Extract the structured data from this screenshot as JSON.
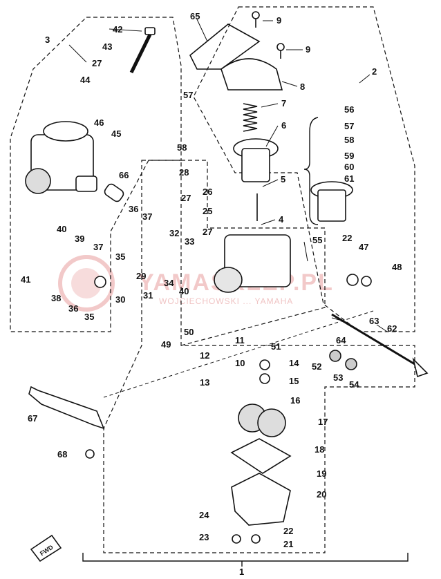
{
  "diagram": {
    "watermark": {
      "main": "YAMASKLEP.PL",
      "sub": "WOJCIECHOWSKI ... YAMAHA"
    },
    "fwd_label": "FWD",
    "callouts": [
      {
        "id": "c-1",
        "text": "1"
      },
      {
        "id": "c-2",
        "text": "2"
      },
      {
        "id": "c-3",
        "text": "3"
      },
      {
        "id": "c-4",
        "text": "4"
      },
      {
        "id": "c-5",
        "text": "5"
      },
      {
        "id": "c-6",
        "text": "6"
      },
      {
        "id": "c-7",
        "text": "7"
      },
      {
        "id": "c-8",
        "text": "8"
      },
      {
        "id": "c-9a",
        "text": "9"
      },
      {
        "id": "c-9b",
        "text": "9"
      },
      {
        "id": "c-10",
        "text": "10"
      },
      {
        "id": "c-11",
        "text": "11"
      },
      {
        "id": "c-12",
        "text": "12"
      },
      {
        "id": "c-13",
        "text": "13"
      },
      {
        "id": "c-14",
        "text": "14"
      },
      {
        "id": "c-15",
        "text": "15"
      },
      {
        "id": "c-16",
        "text": "16"
      },
      {
        "id": "c-17",
        "text": "17"
      },
      {
        "id": "c-18",
        "text": "18"
      },
      {
        "id": "c-19",
        "text": "19"
      },
      {
        "id": "c-20",
        "text": "20"
      },
      {
        "id": "c-21",
        "text": "21"
      },
      {
        "id": "c-22a",
        "text": "22"
      },
      {
        "id": "c-22b",
        "text": "22"
      },
      {
        "id": "c-23",
        "text": "23"
      },
      {
        "id": "c-24",
        "text": "24"
      },
      {
        "id": "c-25",
        "text": "25"
      },
      {
        "id": "c-26",
        "text": "26"
      },
      {
        "id": "c-27a",
        "text": "27"
      },
      {
        "id": "c-27b",
        "text": "27"
      },
      {
        "id": "c-27c",
        "text": "27"
      },
      {
        "id": "c-28",
        "text": "28"
      },
      {
        "id": "c-29",
        "text": "29"
      },
      {
        "id": "c-30",
        "text": "30"
      },
      {
        "id": "c-31",
        "text": "31"
      },
      {
        "id": "c-32",
        "text": "32"
      },
      {
        "id": "c-33",
        "text": "33"
      },
      {
        "id": "c-34",
        "text": "34"
      },
      {
        "id": "c-35a",
        "text": "35"
      },
      {
        "id": "c-35b",
        "text": "35"
      },
      {
        "id": "c-36a",
        "text": "36"
      },
      {
        "id": "c-36b",
        "text": "36"
      },
      {
        "id": "c-37a",
        "text": "37"
      },
      {
        "id": "c-37b",
        "text": "37"
      },
      {
        "id": "c-38",
        "text": "38"
      },
      {
        "id": "c-39",
        "text": "39"
      },
      {
        "id": "c-40a",
        "text": "40"
      },
      {
        "id": "c-40b",
        "text": "40"
      },
      {
        "id": "c-41",
        "text": "41"
      },
      {
        "id": "c-42",
        "text": "42"
      },
      {
        "id": "c-43",
        "text": "43"
      },
      {
        "id": "c-44",
        "text": "44"
      },
      {
        "id": "c-45",
        "text": "45"
      },
      {
        "id": "c-46",
        "text": "46"
      },
      {
        "id": "c-47",
        "text": "47"
      },
      {
        "id": "c-48",
        "text": "48"
      },
      {
        "id": "c-49",
        "text": "49"
      },
      {
        "id": "c-50",
        "text": "50"
      },
      {
        "id": "c-51",
        "text": "51"
      },
      {
        "id": "c-52",
        "text": "52"
      },
      {
        "id": "c-53",
        "text": "53"
      },
      {
        "id": "c-54",
        "text": "54"
      },
      {
        "id": "c-55",
        "text": "55"
      },
      {
        "id": "c-56",
        "text": "56"
      },
      {
        "id": "c-57a",
        "text": "57"
      },
      {
        "id": "c-57b",
        "text": "57"
      },
      {
        "id": "c-58a",
        "text": "58"
      },
      {
        "id": "c-58b",
        "text": "58"
      },
      {
        "id": "c-59",
        "text": "59"
      },
      {
        "id": "c-60",
        "text": "60"
      },
      {
        "id": "c-61",
        "text": "61"
      },
      {
        "id": "c-62",
        "text": "62"
      },
      {
        "id": "c-63",
        "text": "63"
      },
      {
        "id": "c-64",
        "text": "64"
      },
      {
        "id": "c-65",
        "text": "65"
      },
      {
        "id": "c-66",
        "text": "66"
      },
      {
        "id": "c-67",
        "text": "67"
      },
      {
        "id": "c-68",
        "text": "68"
      }
    ]
  }
}
